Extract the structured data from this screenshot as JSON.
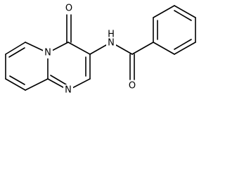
{
  "structure": {
    "atoms": {
      "o_carbonyl_ring": "O",
      "n_bridgehead": "N",
      "n_ring": "N",
      "n_amide": "N",
      "h_amide": "H",
      "o_amide": "O"
    }
  }
}
